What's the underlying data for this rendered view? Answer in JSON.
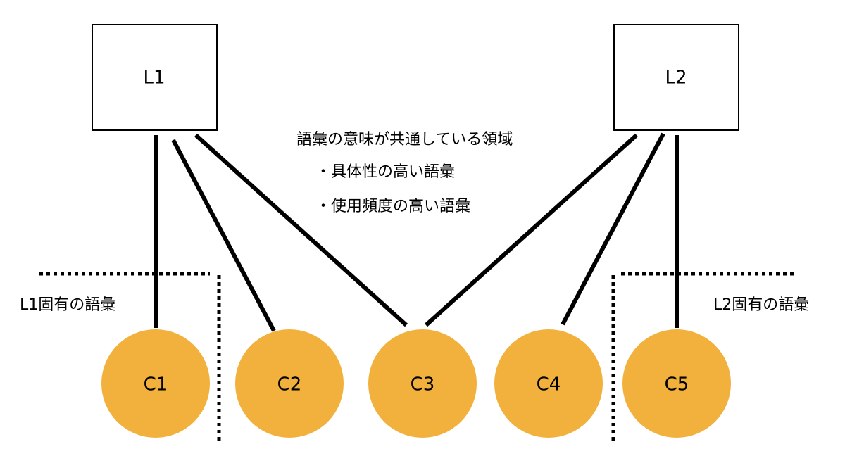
{
  "colors": {
    "circle_fill": "#F2B13C",
    "line": "#000000",
    "box_border": "#000000"
  },
  "nodes": {
    "l1": "L1",
    "l2": "L2",
    "c1": "C1",
    "c2": "C2",
    "c3": "C3",
    "c4": "C4",
    "c5": "C5"
  },
  "annotations": {
    "shared_title": "語彙の意味が共通している領域",
    "shared_item_1": "・具体性の高い語彙",
    "shared_item_2": "・使用頻度の高い語彙",
    "l1_specific": "L1固有の語彙",
    "l2_specific": "L2固有の語彙"
  }
}
